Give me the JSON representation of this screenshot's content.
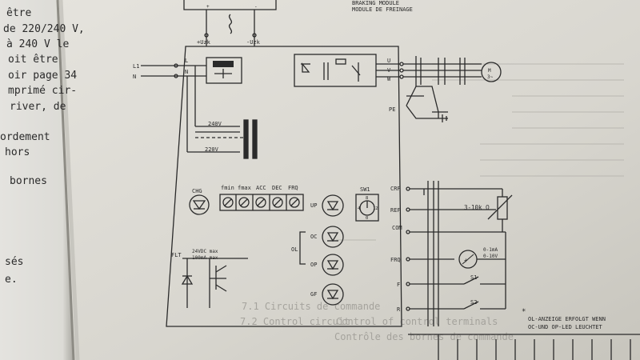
{
  "left_page": {
    "lines": [
      "être",
      "de 220/240 V,",
      "à 240 V le",
      "oit être",
      "oir page 34",
      "mprimé cir-",
      "river, de",
      "ordement",
      "hors",
      "bornes",
      "sés",
      "e."
    ]
  },
  "top_header": {
    "line1": "BRAKING MODULE",
    "line2": "MODULE DE FREINAGE"
  },
  "bus": {
    "plus": "+Uzk",
    "minus": "-Uzk"
  },
  "mains": {
    "l1": "L1",
    "n_in": "N",
    "l": "L",
    "n": "N"
  },
  "voltage": {
    "v240": "240V",
    "v220": "220V"
  },
  "outputs": {
    "u": "U",
    "v": "V",
    "w": "W",
    "pe": "PE"
  },
  "motor": {
    "m": "M",
    "phase": "3~"
  },
  "trimmers": {
    "fmin": "fmin",
    "fmax": "fmax",
    "acc": "ACC",
    "dec": "DEC",
    "frq": "FRQ"
  },
  "leds": {
    "chg": "CHG",
    "up": "UP",
    "oc": "OC",
    "op": "OP",
    "gf": "GF",
    "ol": "OL"
  },
  "switch": {
    "name": "SW1",
    "p8": "8",
    "p4": "4",
    "p12": "12",
    "p0": "0"
  },
  "terminals": {
    "crf": "CRF",
    "ref": "REF",
    "com": "COM",
    "frq": "FRQ",
    "f": "F",
    "r": "R",
    "flt": "FLT"
  },
  "flt_spec": {
    "line1": "24VDC max",
    "line2": "100mA max"
  },
  "pot": "3-10k Ω",
  "meter": {
    "range1": "0-1mA",
    "range2": "0-10V"
  },
  "switches": {
    "s1": "S1",
    "s2": "S2"
  },
  "note": {
    "star": "*",
    "line1": "OL-ANZEIGE ERFOLGT WENN",
    "line2": "OC-UND OP-LED LEUCHTET"
  },
  "ghost_text": [
    "7.1 Circuits de commande",
    "7.2 Control circuit",
    "Control of control terminals",
    "Contrôle des bornes de commande"
  ]
}
